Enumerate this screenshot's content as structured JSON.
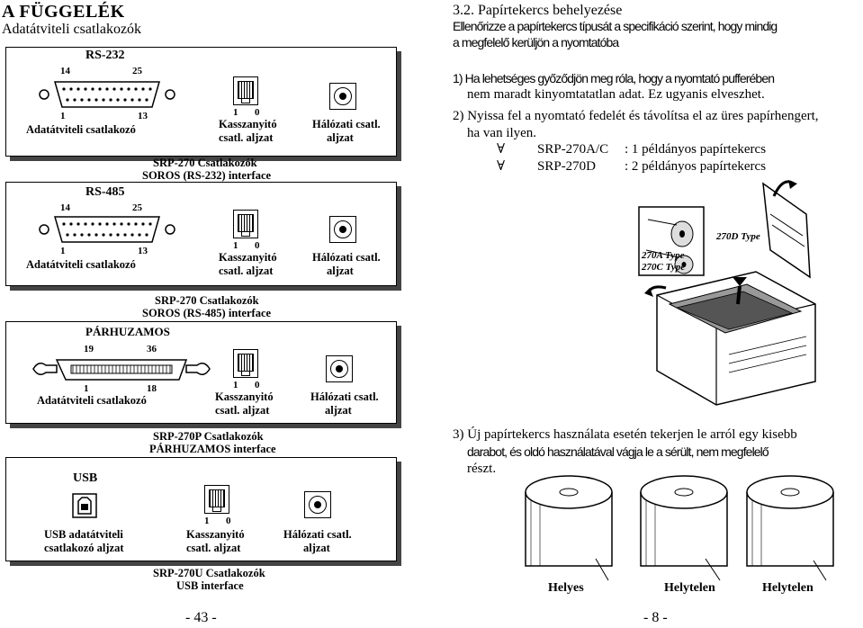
{
  "left": {
    "title": "A FÜGGELÉK",
    "subtitle": "Adatátviteli csatlakozók",
    "panels": [
      {
        "heading": "RS-232",
        "pins_top": [
          "14",
          "25"
        ],
        "pins_bottom": [
          "1",
          "13"
        ],
        "connector_label": "Adatátviteli csatlakozó",
        "drawer_pins": [
          "1",
          "0"
        ],
        "drawer_label_1": "Kasszanyitó",
        "drawer_label_2": "csatl. aljzat",
        "net_label_1": "Hálózati csatl.",
        "net_label_2": "aljzat",
        "caption_1": "SRP-270 Csatlakozók",
        "caption_2": "SOROS (RS-232) interface"
      },
      {
        "heading": "RS-485",
        "pins_top": [
          "14",
          "25"
        ],
        "pins_bottom": [
          "1",
          "13"
        ],
        "connector_label": "Adatátviteli csatlakozó",
        "drawer_pins": [
          "1",
          "0"
        ],
        "drawer_label_1": "Kasszanyitó",
        "drawer_label_2": "csatl. aljzat",
        "net_label_1": "Hálózati csatl.",
        "net_label_2": "aljzat",
        "caption_1": "SRP-270 Csatlakozók",
        "caption_2": "SOROS (RS-485) interface"
      },
      {
        "heading": "PÁRHUZAMOS",
        "pins_top": [
          "19",
          "36"
        ],
        "pins_bottom": [
          "1",
          "18"
        ],
        "connector_label": "Adatátviteli csatlakozó",
        "drawer_pins": [
          "1",
          "0"
        ],
        "drawer_label_1": "Kasszanyitó",
        "drawer_label_2": "csatl. aljzat",
        "net_label_1": "Hálózati csatl.",
        "net_label_2": "aljzat",
        "caption_1": "SRP-270P Csatlakozók",
        "caption_2": "PÁRHUZAMOS interface"
      },
      {
        "heading": "USB",
        "connector_label_1": "USB adatátviteli",
        "connector_label_2": "csatlakozó aljzat",
        "drawer_pins": [
          "1",
          "0"
        ],
        "drawer_label_1": "Kasszanyitó",
        "drawer_label_2": "csatl. aljzat",
        "net_label_1": "Hálózati csatl.",
        "net_label_2": "aljzat",
        "caption_1": "SRP-270U Csatlakozók",
        "caption_2": "USB interface"
      }
    ],
    "page_number": "- 43 -"
  },
  "right": {
    "section_title": "3.2. Papírtekercs behelyezése",
    "intro_1": "Ellenőrizze a papírtekercs típusát a specifikáció szerint, hogy mindig",
    "intro_2": "a megfelelő kerüljön a nyomtatóba",
    "step1_a": "1) Ha lehetséges győződjön meg róla, hogy a nyomtató pufferében",
    "step1_b": "nem maradt kinyomtatatlan adat. Ez ugyanis elveszhet.",
    "step2_a": "2) Nyissa fel a nyomtató fedelét és távolítsa el az üres papírhengert,",
    "step2_b": "ha van ilyen.",
    "bullets": [
      {
        "symbol": "∀",
        "model": "SRP-270A/C",
        "desc": ": 1 példányos papírtekercs"
      },
      {
        "symbol": "∀",
        "model": "SRP-270D",
        "desc": ": 2 példányos papírtekercs"
      }
    ],
    "printer_labels": {
      "d_type": "270D Type",
      "a_type": "270A Type",
      "c_type": "270C Type"
    },
    "step3_a": "3) Új papírtekercs használata esetén tekerjen le arról egy kisebb",
    "step3_b": "darabot, és oldó használatával vágja le a sérült, nem megfelelő",
    "step3_c": "részt.",
    "roll_labels": [
      "Helyes",
      "Helytelen",
      "Helytelen"
    ],
    "page_number": "- 8 -"
  }
}
